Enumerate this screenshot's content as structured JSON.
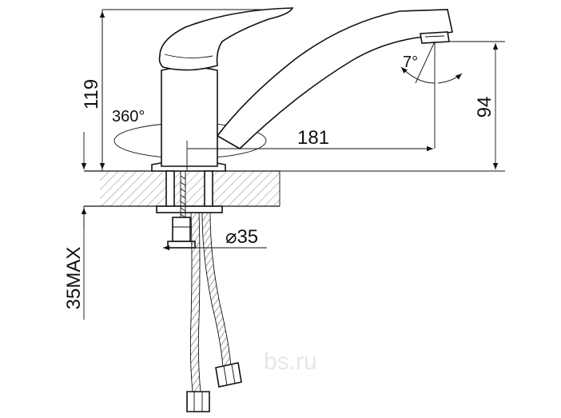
{
  "dimensions": {
    "total_height": "119",
    "spout_height": "94",
    "spout_reach": "181",
    "rotation": "360°",
    "spout_angle": "7°",
    "hole_diameter": "⌀35",
    "max_counter_thickness": "35MAX"
  },
  "watermark": "bs.ru"
}
